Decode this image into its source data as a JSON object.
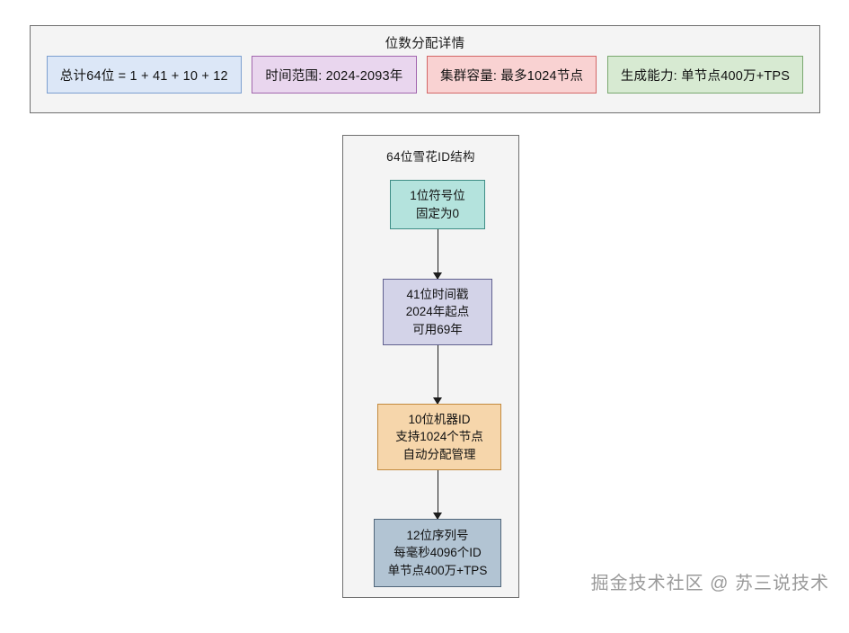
{
  "summary_panel": {
    "title": "位数分配详情",
    "chips": [
      {
        "label": "总计64位 = 1 + 41 + 10 + 12",
        "fill": "#dce7f7",
        "border": "#7c9fd0",
        "name": "chip-total-bits"
      },
      {
        "label": "时间范围: 2024-2093年",
        "fill": "#e9d6ee",
        "border": "#a267ae",
        "name": "chip-time-range"
      },
      {
        "label": "集群容量: 最多1024节点",
        "fill": "#f9d2d2",
        "border": "#d36767",
        "name": "chip-cluster-capacity"
      },
      {
        "label": "生成能力: 单节点400万+TPS",
        "fill": "#d7ead2",
        "border": "#7aa86f",
        "name": "chip-generation-capacity"
      }
    ]
  },
  "flowchart": {
    "title": "64位雪花ID结构",
    "nodes": [
      {
        "name": "node-sign-bit",
        "lines": [
          "1位符号位",
          "固定为0"
        ],
        "fill": "#b4e3dd",
        "border": "#3f8e86"
      },
      {
        "name": "node-timestamp",
        "lines": [
          "41位时间戳",
          "2024年起点",
          "可用69年"
        ],
        "fill": "#d3d3e8",
        "border": "#61618f"
      },
      {
        "name": "node-machine-id",
        "lines": [
          "10位机器ID",
          "支持1024个节点",
          "自动分配管理"
        ],
        "fill": "#f6d6ab",
        "border": "#c38a3e"
      },
      {
        "name": "node-sequence",
        "lines": [
          "12位序列号",
          "每毫秒4096个ID",
          "单节点400万+TPS"
        ],
        "fill": "#b2c4d3",
        "border": "#51667a"
      }
    ]
  },
  "watermark": {
    "text": "掘金技术社区 @ 苏三说技术"
  }
}
